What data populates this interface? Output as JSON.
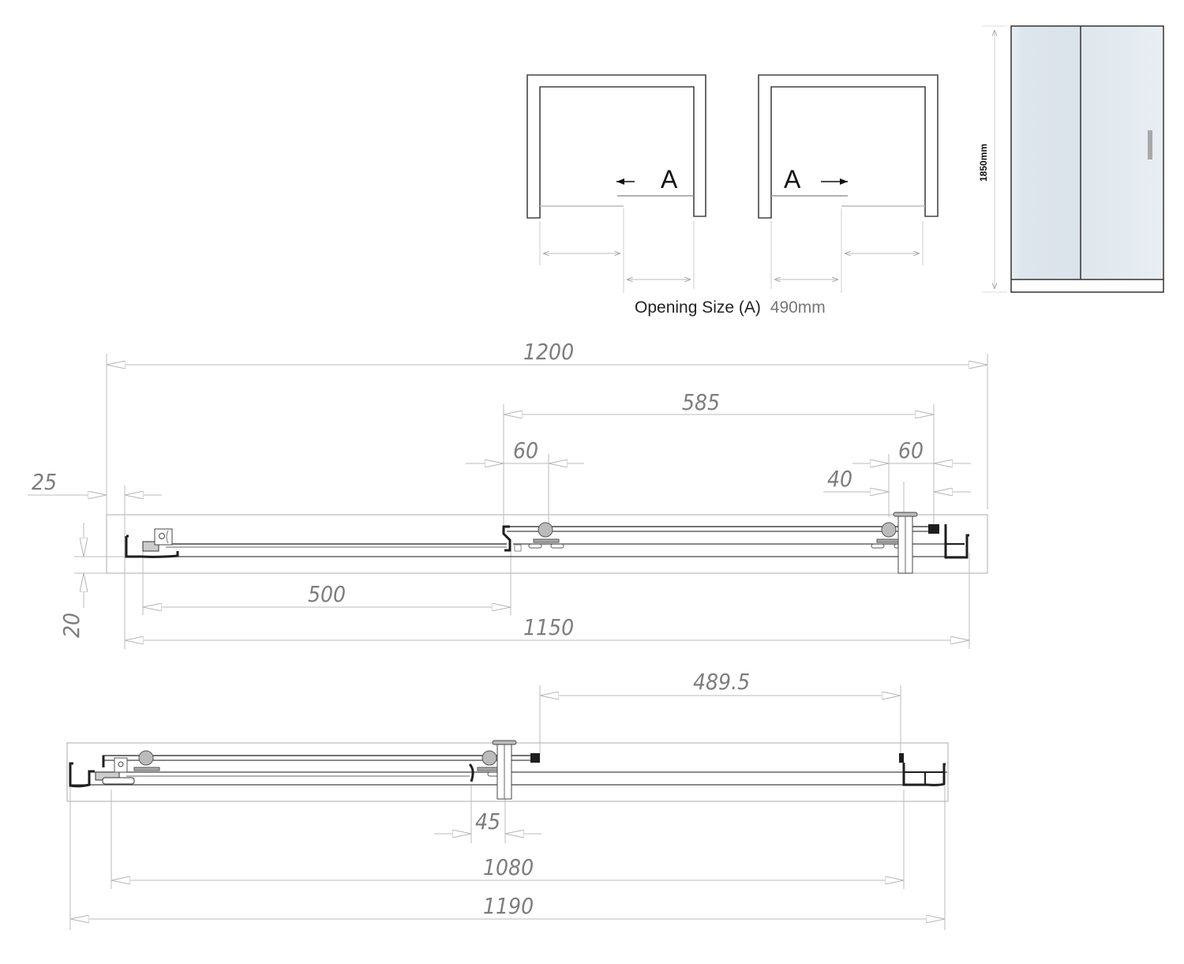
{
  "plan_diagrams": {
    "left": {
      "label": "A",
      "arrow": "left-arrow"
    },
    "right": {
      "label": "A",
      "arrow": "right-arrow"
    },
    "caption_label": "Opening Size (A)",
    "caption_value": "490mm"
  },
  "elevation": {
    "height_label": "1850mm",
    "glass_color": "#dfe8ee",
    "handle_color": "#a8a8a8"
  },
  "top_section": {
    "dimensions": {
      "overall_width": "1200",
      "door_travel": "585",
      "left_wheel_offset": "60",
      "right_wheel_offset": "60",
      "right_inner_offset": "40",
      "wall_offset": "25",
      "depth": "20",
      "fixed_panel": "500",
      "track_width": "1150"
    }
  },
  "bottom_section": {
    "dimensions": {
      "opening": "489.5",
      "handle_offset": "45",
      "inner_width": "1080",
      "overall_width": "1190"
    }
  },
  "colors": {
    "dimension_line": "#b4b4b4",
    "dimension_text": "#7d7d7d",
    "outline": "#3a3a3a",
    "profile": "#1e1e1e"
  }
}
